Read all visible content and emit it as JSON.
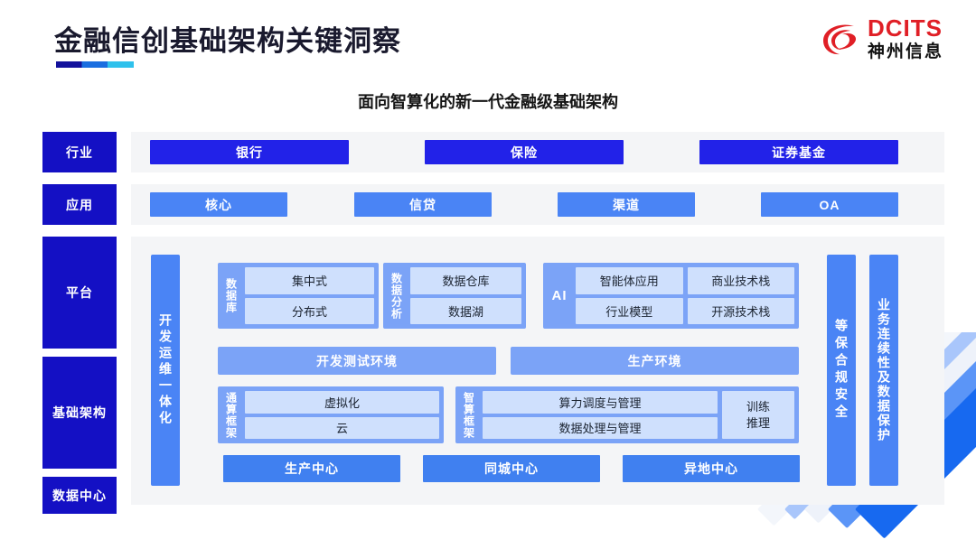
{
  "header": {
    "title": "金融信创基础架构关键洞察",
    "logo_en": "DCITS",
    "logo_cn": "神州信息",
    "logo_icon": "dcits-swirl-icon"
  },
  "subtitle": "面向智算化的新一代金融级基础架构",
  "layers": [
    {
      "key": "industry",
      "label": "行业"
    },
    {
      "key": "application",
      "label": "应用"
    },
    {
      "key": "platform",
      "label": "平台"
    },
    {
      "key": "infrastructure",
      "label": "基础架构"
    },
    {
      "key": "datacenter",
      "label": "数据中心"
    }
  ],
  "industry_row": {
    "items": [
      "银行",
      "保险",
      "证券基金"
    ]
  },
  "application_row": {
    "items": [
      "核心",
      "信贷",
      "渠道",
      "OA"
    ]
  },
  "devops_bar": {
    "label": "开发运维一体化"
  },
  "platform": {
    "database": {
      "label": "数据库",
      "items": [
        "集中式",
        "分布式"
      ]
    },
    "data_analysis": {
      "label": "数据分析",
      "items": [
        "数据仓库",
        "数据湖"
      ]
    },
    "ai": {
      "label": "AI",
      "items": [
        "智能体应用",
        "商业技术栈",
        "行业模型",
        "开源技术栈"
      ]
    },
    "environments": [
      "开发测试环境",
      "生产环境"
    ]
  },
  "infrastructure": {
    "general_compute": {
      "label": "通算框架",
      "items": [
        "虚拟化",
        "云"
      ]
    },
    "intelligent_compute": {
      "label": "智算框架",
      "items": [
        "算力调度与管理",
        "数据处理与管理"
      ],
      "side": [
        "训练",
        "推理"
      ]
    }
  },
  "datacenter_row": {
    "items": [
      "生产中心",
      "同城中心",
      "异地中心"
    ]
  },
  "right_bars": [
    {
      "label": "等保合规安全"
    },
    {
      "label": "业务连续性及数据保护"
    }
  ],
  "colors": {
    "nav": "#1410c4",
    "industry_chip": "#2222e8",
    "app_chip": "#4a84f5",
    "group": "#7ba3f7",
    "cell": "#cfe0fd",
    "datacenter": "#4080f0",
    "brand_red": "#e01f26",
    "panel_bg": "#f4f5f7"
  }
}
